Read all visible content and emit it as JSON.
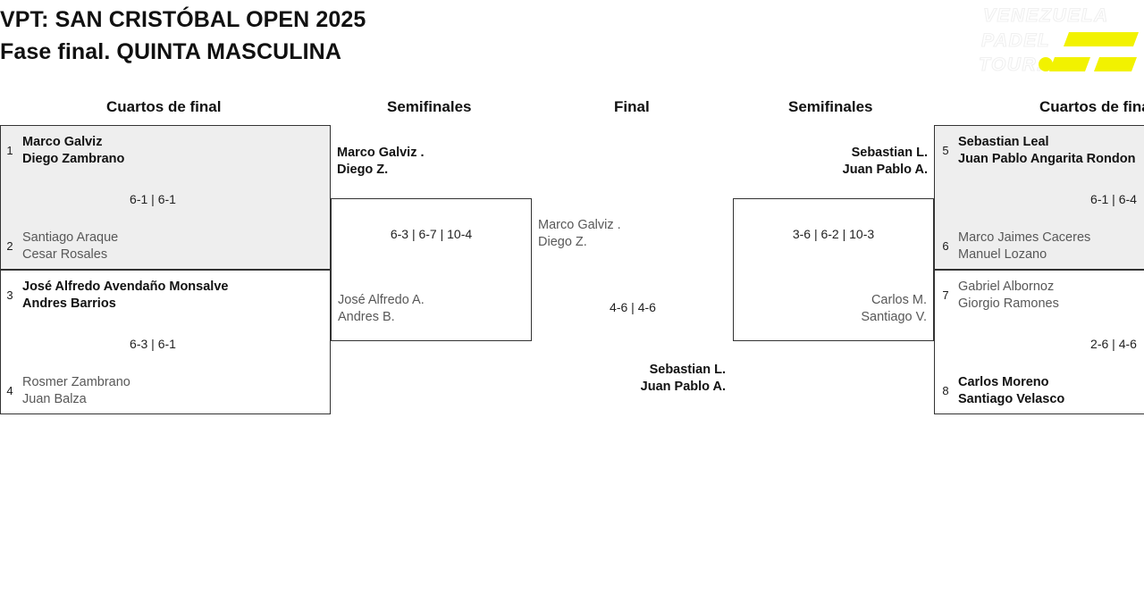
{
  "header": {
    "title_line1": "VPT: SAN CRISTÓBAL OPEN 2025",
    "title_line2": "Fase final. QUINTA MASCULINA",
    "logo": {
      "line1": "VENEZUELA",
      "line2": "PADEL",
      "line3": "TOUR.",
      "accent_color": "#F2F200",
      "outline_color": "#f4f4f4"
    }
  },
  "rounds": [
    {
      "id": "qf-left",
      "label": "Cuartos de final"
    },
    {
      "id": "sf-left",
      "label": "Semifinales"
    },
    {
      "id": "final",
      "label": "Final"
    },
    {
      "id": "sf-right",
      "label": "Semifinales"
    },
    {
      "id": "qf-right",
      "label": "Cuartos de final"
    }
  ],
  "matches": {
    "qf1": {
      "seed_top": "1",
      "top_line1": "Marco Galviz",
      "top_line2": "Diego Zambrano",
      "seed_bottom": "2",
      "bottom_line1": "Santiago Araque",
      "bottom_line2": "Cesar Rosales",
      "score": "6-1 | 6-1",
      "winner": "top"
    },
    "qf2": {
      "seed_top": "3",
      "top_line1": "José Alfredo Avendaño Monsalve",
      "top_line2": "Andres Barrios",
      "seed_bottom": "4",
      "bottom_line1": "Rosmer Zambrano",
      "bottom_line2": "Juan Balza",
      "score": "6-3 | 6-1",
      "winner": "top"
    },
    "qf3": {
      "seed_top": "5",
      "top_line1": "Sebastian Leal",
      "top_line2": "Juan Pablo Angarita Rondon",
      "seed_bottom": "6",
      "bottom_line1": "Marco Jaimes Caceres",
      "bottom_line2": "Manuel Lozano",
      "score": "6-1 | 6-4",
      "winner": "top"
    },
    "qf4": {
      "seed_top": "7",
      "top_line1": "Gabriel Albornoz",
      "top_line2": "Giorgio Ramones",
      "seed_bottom": "8",
      "bottom_line1": "Carlos Moreno",
      "bottom_line2": "Santiago Velasco",
      "score": "2-6 | 4-6",
      "winner": "bottom"
    },
    "sf1": {
      "top_line1": "Marco Galviz .",
      "top_line2": "Diego Z.",
      "bottom_line1": "José Alfredo A.",
      "bottom_line2": "Andres B.",
      "score": "6-3 | 6-7 | 10-4",
      "winner": "top"
    },
    "sf2": {
      "top_line1": "Sebastian L.",
      "top_line2": "Juan Pablo A.",
      "bottom_line1": "Carlos M.",
      "bottom_line2": "Santiago V.",
      "score": "3-6 | 6-2 | 10-3",
      "winner": "top"
    },
    "final": {
      "top_line1": "Marco Galviz .",
      "top_line2": "Diego Z.",
      "bottom_line1": "Sebastian L.",
      "bottom_line2": "Juan Pablo A.",
      "score": "4-6 | 4-6",
      "winner": "bottom"
    }
  }
}
